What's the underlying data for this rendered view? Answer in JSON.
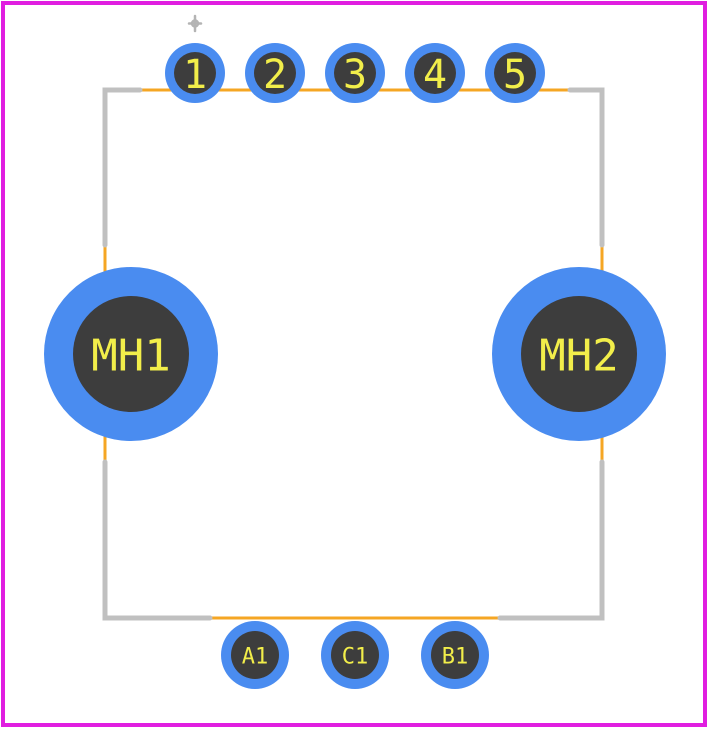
{
  "colors": {
    "board_outline": "#e01ee0",
    "silkscreen": "#c0c0c0",
    "courtyard": "#f5a623",
    "pad_copper": "#4a8cf0",
    "drill": "#3d3d3d",
    "label": "#f2ee4a",
    "origin_marker": "#b4b4b4"
  },
  "pads": {
    "top_row": [
      {
        "label": "1",
        "type": "plated"
      },
      {
        "label": "2",
        "type": "plated"
      },
      {
        "label": "3",
        "type": "plated"
      },
      {
        "label": "4",
        "type": "plated"
      },
      {
        "label": "5",
        "type": "plated"
      }
    ],
    "mounting_holes": [
      {
        "label": "MH1",
        "type": "mounting"
      },
      {
        "label": "MH2",
        "type": "mounting"
      }
    ],
    "bottom_row": [
      {
        "label": "A1",
        "type": "plated"
      },
      {
        "label": "C1",
        "type": "plated"
      },
      {
        "label": "B1",
        "type": "plated"
      }
    ]
  },
  "pin1_marker_icon": "origin-cross-icon"
}
